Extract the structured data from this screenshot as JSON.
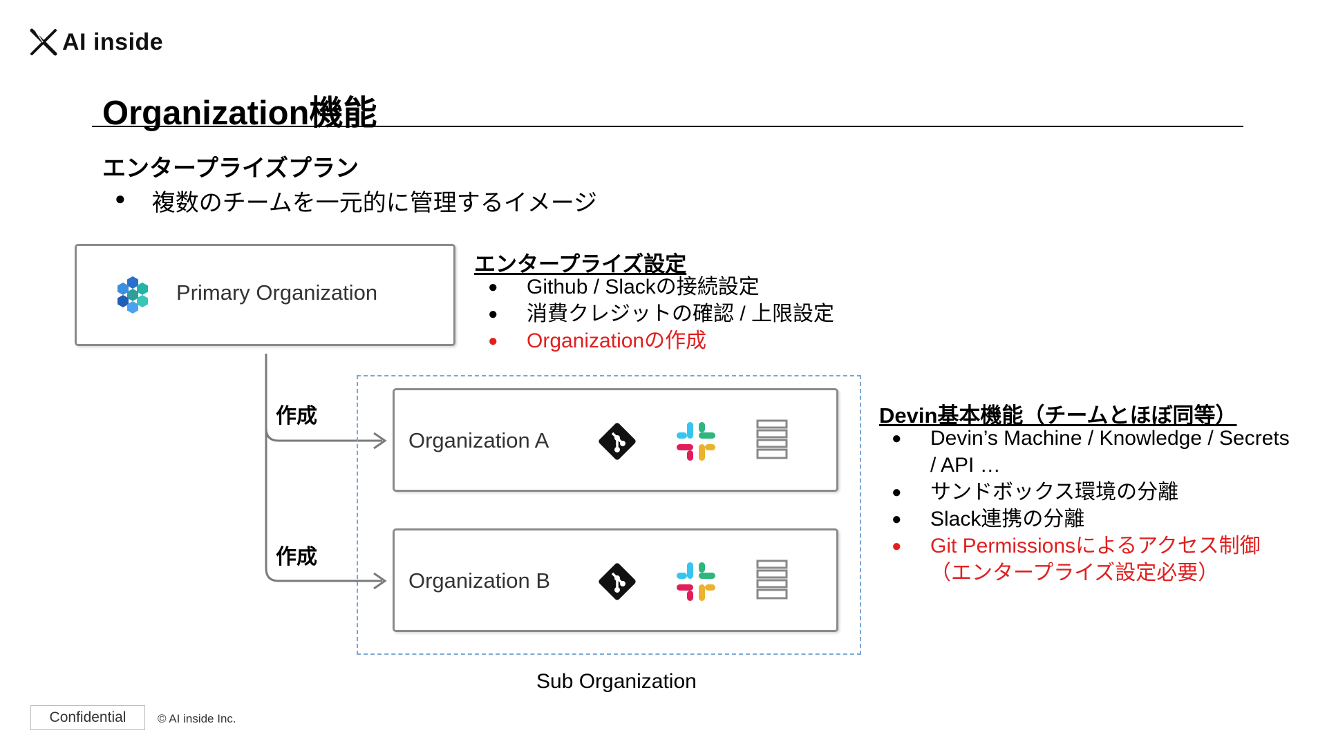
{
  "brand": {
    "name": "AI inside"
  },
  "page": {
    "title": "Organization機能"
  },
  "plan": {
    "heading": "エンタープライズプラン",
    "bullet": "複数のチームを一元的に管理するイメージ"
  },
  "primary_org": {
    "label": "Primary Organization"
  },
  "enterprise_settings": {
    "heading": "エンタープライズ設定",
    "items": [
      {
        "text": "Github / Slackの接続設定",
        "color": "#000000"
      },
      {
        "text": "消費クレジットの確認 / 上限設定",
        "color": "#000000"
      },
      {
        "text": "Organizationの作成",
        "color": "#e02020"
      }
    ]
  },
  "connectors": {
    "label_a": "作成",
    "label_b": "作成"
  },
  "sub_orgs": {
    "label": "Sub Organization",
    "org_a": {
      "label": "Organization A",
      "icons": [
        "git-icon",
        "slack-icon",
        "server-icon"
      ]
    },
    "org_b": {
      "label": "Organization B",
      "icons": [
        "git-icon",
        "slack-icon",
        "server-icon"
      ]
    }
  },
  "devin_features": {
    "heading": "Devin基本機能（チームとほぼ同等）",
    "items": [
      {
        "line1": "Devin’s Machine / Knowledge / Secrets",
        "line2": "/ API …",
        "color": "#000000"
      },
      {
        "line1": "サンドボックス環境の分離",
        "line2": "",
        "color": "#000000"
      },
      {
        "line1": "Slack連携の分離",
        "line2": "",
        "color": "#000000"
      },
      {
        "line1": "Git Permissionsによるアクセス制御",
        "line2": "（エンタープライズ設定必要）",
        "color": "#e02020"
      }
    ]
  },
  "footer": {
    "confidential": "Confidential",
    "copyright": "© AI inside Inc."
  },
  "colors": {
    "accent_red": "#e02020",
    "dashed_border": "#7ba7d2",
    "box_border": "#8a8a8a"
  }
}
